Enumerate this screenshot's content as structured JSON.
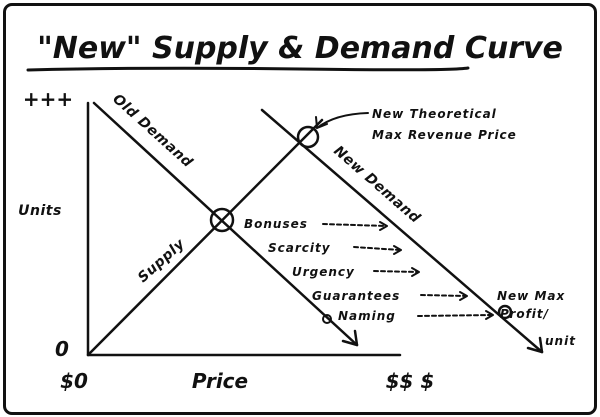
{
  "title": "\"New\" Supply & Demand Curve",
  "y_axis": {
    "label": "Units",
    "top_label": "+++",
    "origin_label": "0"
  },
  "x_axis": {
    "label": "Price",
    "start_label": "$0",
    "end_label": "$$ $"
  },
  "curves": {
    "old_demand": "Old Demand",
    "new_demand": "New Demand",
    "supply": "Supply"
  },
  "arrow_labels": [
    "Bonuses",
    "Scarcity",
    "Urgency",
    "Guarantees",
    "Naming"
  ],
  "annotations": {
    "theoretical": [
      "New Theoretical",
      "Max Revenue Price"
    ],
    "max_profit": [
      "New Max",
      "Profit/",
      "unit"
    ]
  },
  "colors": {
    "ink": "#111111",
    "background": "#ffffff"
  }
}
